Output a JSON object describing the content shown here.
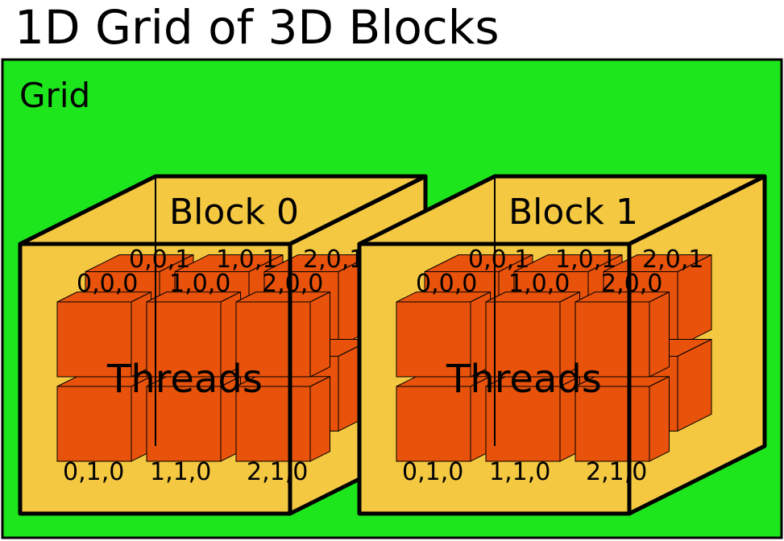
{
  "title": "1D Grid of 3D Blocks",
  "grid": {
    "label": "Grid",
    "color": "#1de61d"
  },
  "colors": {
    "block": "#f5c842",
    "thread": "#e8520a",
    "outline": "#000000"
  },
  "blocks": [
    {
      "label": "Block 0",
      "threads_label": "Threads",
      "back_row_labels": [
        "0,0,1",
        "1,0,1",
        "2,0,1"
      ],
      "top_labels": [
        "0,0,0",
        "1,0,0",
        "2,0,0"
      ],
      "bottom_labels": [
        "0,1,0",
        "1,1,0",
        "2,1,0"
      ]
    },
    {
      "label": "Block 1",
      "threads_label": "Threads",
      "back_row_labels": [
        "0,0,1",
        "1,0,1",
        "2,0,1"
      ],
      "top_labels": [
        "0,0,0",
        "1,0,0",
        "2,0,0"
      ],
      "bottom_labels": [
        "0,1,0",
        "1,1,0",
        "2,1,0"
      ]
    }
  ]
}
